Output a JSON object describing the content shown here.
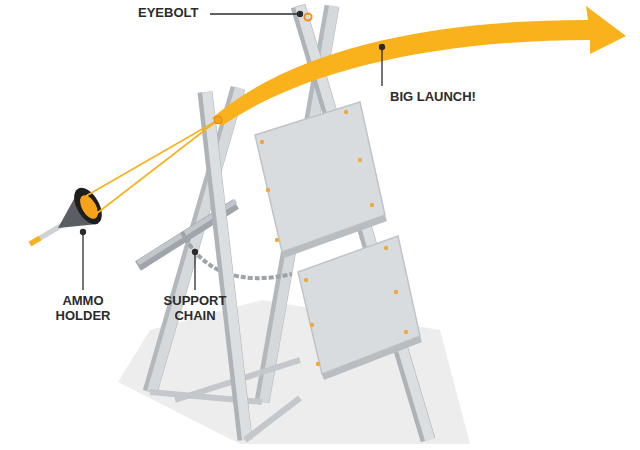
{
  "diagram": {
    "labels": [
      "EYEBOLT",
      "BIG LAUNCH!",
      "AMMO HOLDER",
      "SUPPORT CHAIN"
    ]
  }
}
